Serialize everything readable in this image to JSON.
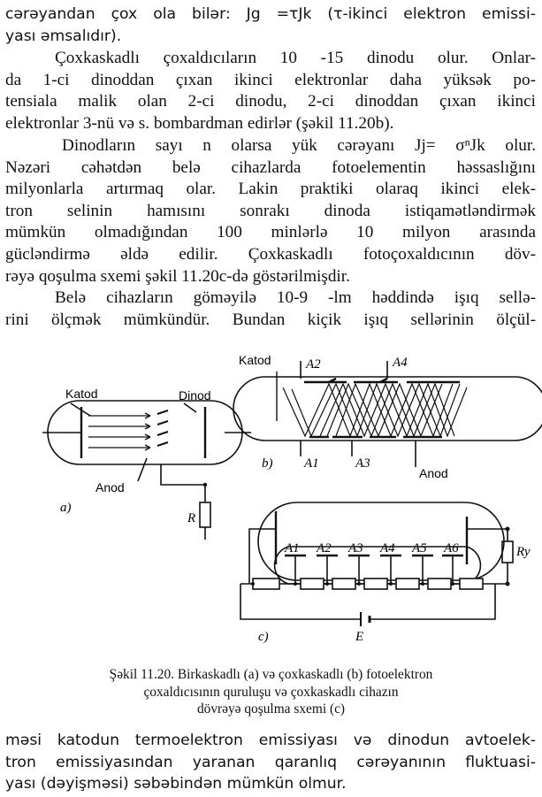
{
  "paragraphs_top": [
    "cərəyandan çox ola bilər: Jg =τJk  (τ-ikinci elektron emissi-",
    "yası əmsalıdır)."
  ],
  "para2": [
    "Çoxkaskadlı çoxaldıcıların 10 -15 dinodu olur. Onlar-",
    "da 1-ci dinoddan çıxan ikinci elektronlar daha yüksək po-",
    "tensiala malik olan 2-ci dinodu, 2-ci dinoddan çıxan ikinci",
    "elektronlar 3-nü və s. bombardman edirlər  (şəkil 11.20b)."
  ],
  "para3": [
    "Dinodların sayı n olarsa yük cərəyanı Jj= σⁿJk olur.",
    "Nəzəri cəhətdən belə cihazlarda fotoelementin həssaslığını",
    "milyonlarla artırmaq olar. Lakin praktiki olaraq ikinci elek-",
    "tron selinin hamısını sonrakı dinoda istiqamətləndirmək",
    "mümkün olmadığından 100 minlərlə 10 milyon arasında",
    "gücləndirmə əldə edilir. Çoxkaskadlı fotoçoxaldıcının döv-",
    "rəyə qoşulma sxemi şəkil 11.20c-də göstərilmişdir."
  ],
  "para4": [
    "Belə cihazların göməyilə 10-9 -lm həddində işıq sellə-",
    "rini ölçmək mümkündür. Bundan kiçik işıq sellərinin ölçül-"
  ],
  "figure": {
    "labels": {
      "a_katod": "Katod",
      "a_dinod": "Dinod",
      "a_anod": "Anod",
      "a_tag": "a)",
      "a_r": "R",
      "b_katod": "Katod",
      "b_a2": "A2",
      "b_a4": "A4",
      "b_a1": "A1",
      "b_a3": "A3",
      "b_anod": "Anod",
      "b_tag": "b)",
      "c_tag": "c)",
      "c_ry": "Ry",
      "c_e": "E",
      "c_dinodes": [
        "A1",
        "A2",
        "A3",
        "A4",
        "A5",
        "A6"
      ]
    }
  },
  "caption": [
    "Şəkil 11.20. Birkaskadlı (a) və çoxkaskadlı (b) fotoelektron",
    "çoxaldıcısının quruluşu və çoxkaskadlı cihazın",
    "dövrəyə qoşulma sxemi (c)"
  ],
  "para5": [
    "məsi katodun termoelektron emissiyası və dinodun avtoelek-",
    "tron emissiyasından yaranan qaranlıq cərəyanının fluktuasi-",
    "yası (dəyişməsi) səbəbindən mümkün olmur."
  ]
}
